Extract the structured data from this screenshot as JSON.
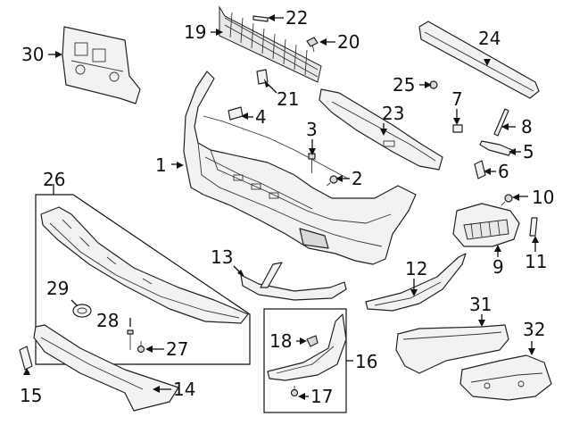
{
  "diagram": {
    "labels": {
      "l1": "1",
      "l2": "2",
      "l3": "3",
      "l4": "4",
      "l5": "5",
      "l6": "6",
      "l7": "7",
      "l8": "8",
      "l9": "9",
      "l10": "10",
      "l11": "11",
      "l12": "12",
      "l13": "13",
      "l14": "14",
      "l15": "15",
      "l16": "16",
      "l17": "17",
      "l18": "18",
      "l19": "19",
      "l20": "20",
      "l21": "21",
      "l22": "22",
      "l23": "23",
      "l24": "24",
      "l25": "25",
      "l26": "26",
      "l27": "27",
      "l28": "28",
      "l29": "29",
      "l30": "30",
      "l31": "31",
      "l32": "32"
    }
  }
}
